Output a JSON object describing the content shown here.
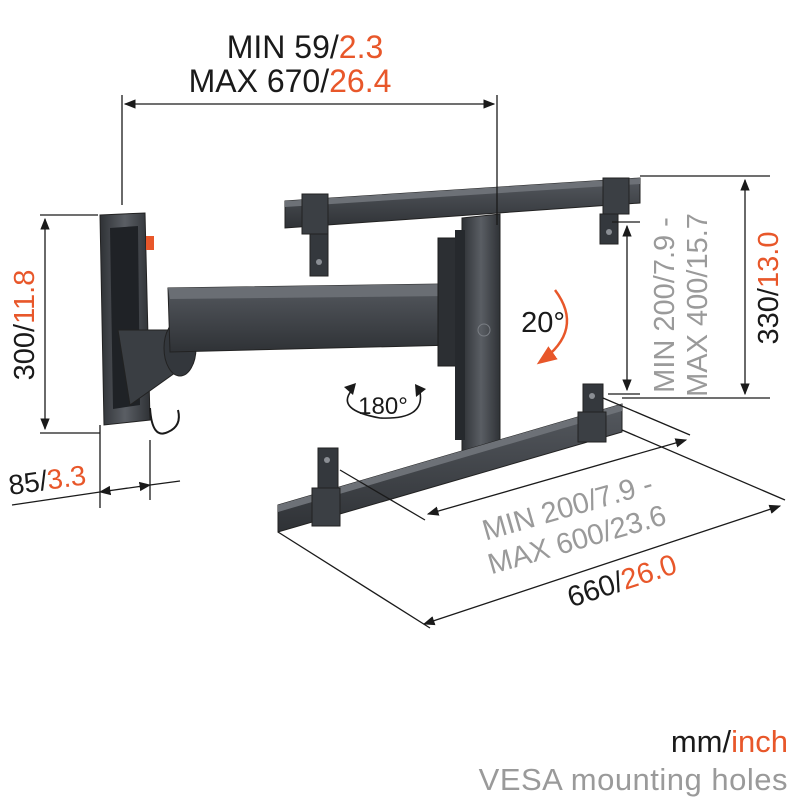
{
  "dimensions": {
    "arm_extension": {
      "min_label": "MIN 59/",
      "min_inch": "2.3",
      "max_label": "MAX 670/",
      "max_inch": "26.4"
    },
    "plate_height": {
      "mm": "300/",
      "inch": "11.8"
    },
    "wall_depth": {
      "mm": "85/",
      "inch": "3.3"
    },
    "vesa_vertical": {
      "line1": "MIN 200/7.9 -",
      "line2": "MAX 400/15.7"
    },
    "frame_height": {
      "mm": "330/",
      "inch": "13.0"
    },
    "vesa_horizontal": {
      "line1": "MIN 200/7.9 -",
      "line2": "MAX 600/23.6"
    },
    "frame_width": {
      "mm": "660/",
      "inch": "26.0"
    }
  },
  "angles": {
    "tilt": "20°",
    "swivel": "180°"
  },
  "legend": {
    "units_mm": "mm/",
    "units_inch": "inch",
    "vesa_caption": "VESA mounting holes"
  },
  "colors": {
    "accent": "#e8572a",
    "text": "#1a1a1a",
    "muted": "#9a9a9a",
    "metal": "#3d4146"
  }
}
